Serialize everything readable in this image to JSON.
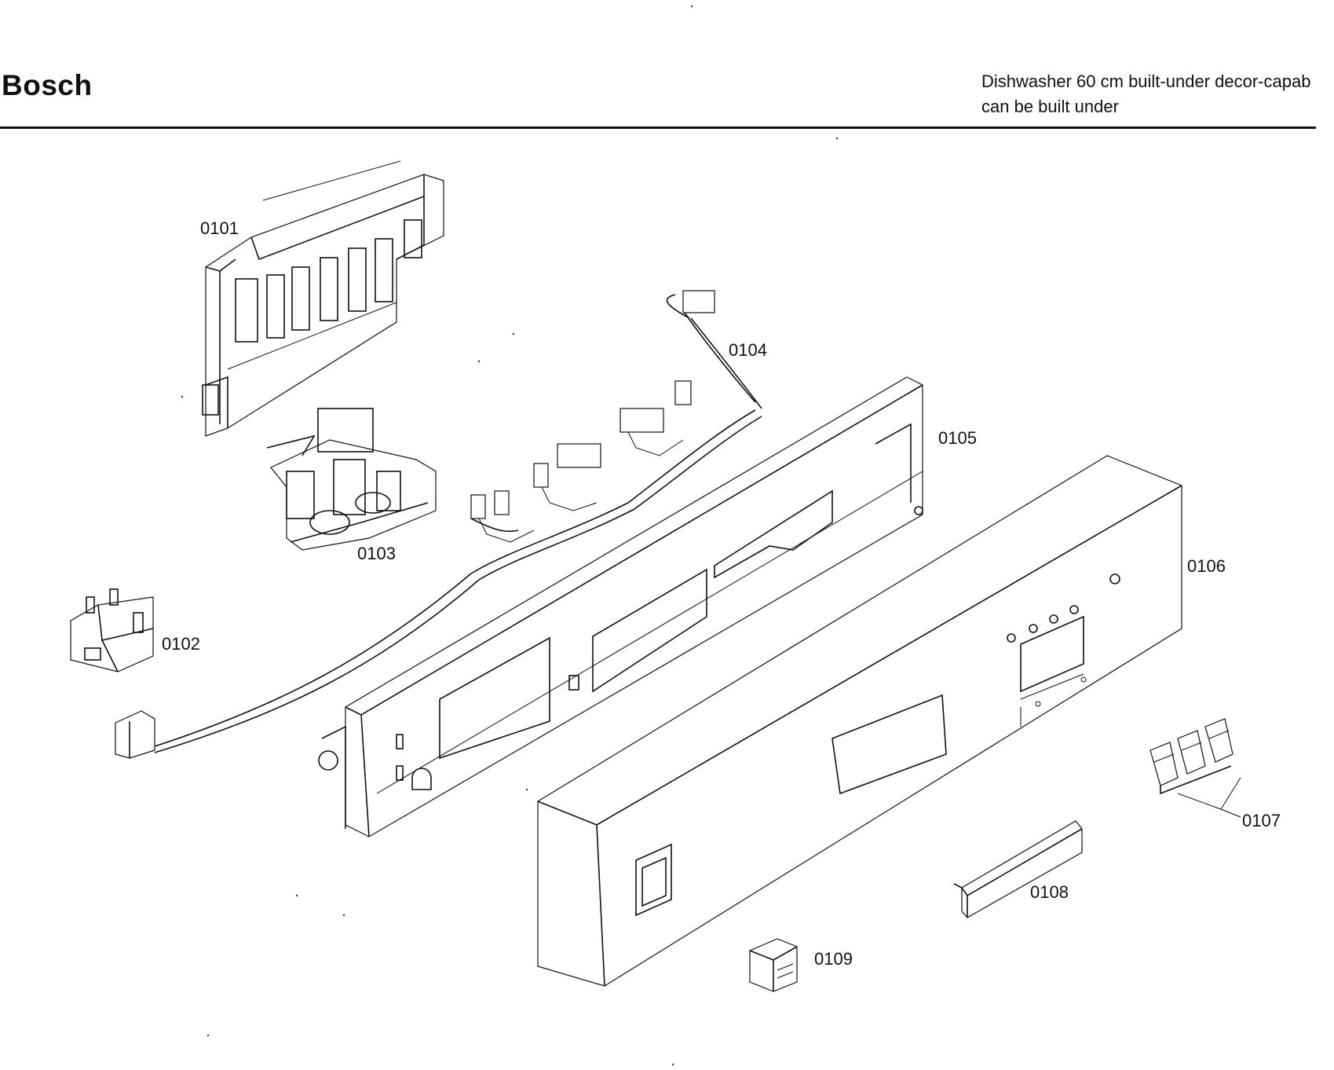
{
  "header": {
    "brand": "Bosch",
    "description_line1": "Dishwasher 60 cm built-under decor-capab",
    "description_line2": "can be built under"
  },
  "parts": [
    {
      "id": "0101",
      "label": "0101"
    },
    {
      "id": "0102",
      "label": "0102"
    },
    {
      "id": "0103",
      "label": "0103"
    },
    {
      "id": "0104",
      "label": "0104"
    },
    {
      "id": "0105",
      "label": "0105"
    },
    {
      "id": "0106",
      "label": "0106"
    },
    {
      "id": "0107",
      "label": "0107"
    },
    {
      "id": "0108",
      "label": "0108"
    },
    {
      "id": "0109",
      "label": "0109"
    }
  ]
}
